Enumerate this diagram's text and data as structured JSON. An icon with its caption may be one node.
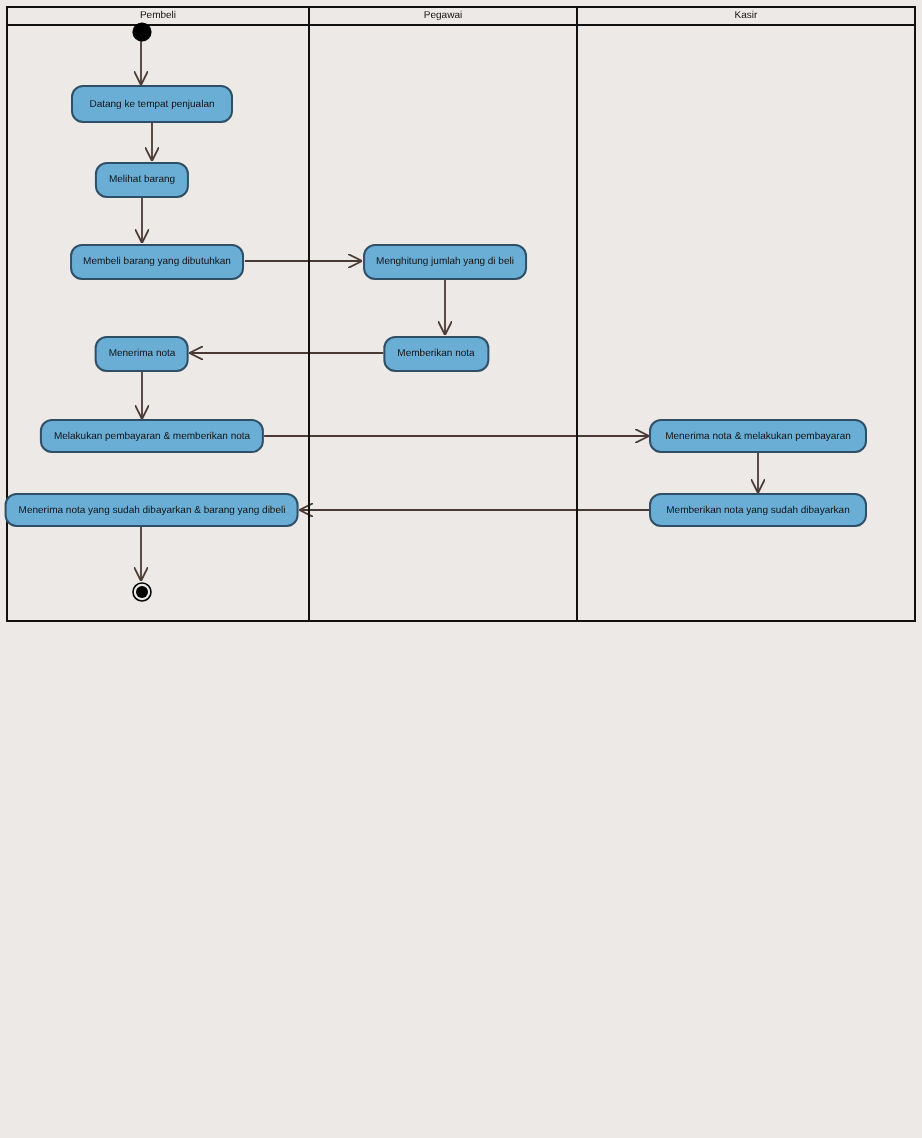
{
  "diagram": {
    "nodes": [
      {
        "text": [
          "Pembeli"
        ]
      },
      {
        "text": [
          "Pegawai"
        ]
      },
      {
        "text": [
          "Kasir"
        ]
      },
      {
        "text": [],
        "shape": "circle",
        "in": 0
      },
      {
        "text": [
          "Datang ke tempat penjualan"
        ],
        "in": 0
      },
      {
        "text": [
          "Melihat barang"
        ],
        "in": 0
      },
      {
        "text": [
          "Membeli barang yang dibutuhkan"
        ],
        "in": 0
      },
      {
        "text": [
          "Menghitung jumlah yang di beli"
        ],
        "in": 1
      },
      {
        "text": [
          "Memberikan nota"
        ],
        "in": 1
      },
      {
        "text": [
          "Menerima nota"
        ],
        "in": 0
      },
      {
        "text": [
          "Melakukan pembayaran & memberikan nota"
        ],
        "in": 0
      },
      {
        "text": [
          "Menerima nota & melakukan pembayaran"
        ],
        "in": 2
      },
      {
        "text": [
          "Memberikan nota yang sudah dibayarkan"
        ],
        "in": 2
      },
      {
        "text": [
          "Menerima nota yang sudah dibayarkan & barang yang dibeli"
        ],
        "in": 0
      },
      {
        "text": [],
        "shape": "bullseye",
        "in": 0
      }
    ],
    "edges": [
      {
        "from": 3,
        "to": 4,
        "arrow": "to"
      },
      {
        "from": 4,
        "to": 5,
        "arrow": "to"
      },
      {
        "from": 5,
        "to": 6,
        "arrow": "to"
      },
      {
        "from": 6,
        "to": 7,
        "arrow": "to"
      },
      {
        "from": 7,
        "to": 8,
        "arrow": "to"
      },
      {
        "from": 8,
        "to": 9,
        "arrow": "to"
      },
      {
        "from": 9,
        "to": 10,
        "arrow": "to"
      },
      {
        "from": 10,
        "to": 11,
        "arrow": "to"
      },
      {
        "from": 11,
        "to": 12,
        "arrow": "to"
      },
      {
        "from": 12,
        "to": 13,
        "arrow": "to"
      },
      {
        "from": 13,
        "to": 14,
        "arrow": "to"
      }
    ]
  }
}
